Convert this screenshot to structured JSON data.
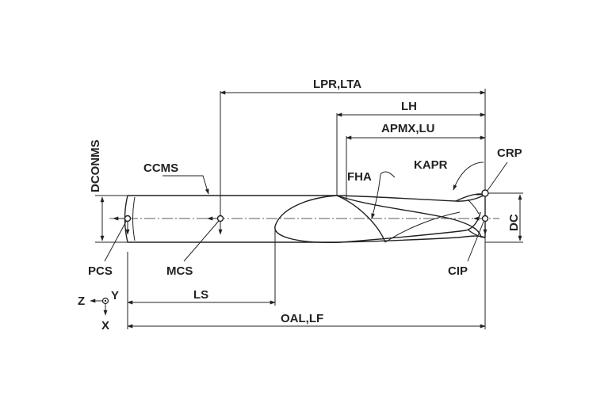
{
  "labels": {
    "lpr_lta": "LPR,LTA",
    "lh": "LH",
    "apmx_lu": "APMX,LU",
    "crp": "CRP",
    "kapr": "KAPR",
    "fha": "FHA",
    "ccms": "CCMS",
    "dconms": "DCONMS",
    "dc": "DC",
    "pcs": "PCS",
    "mcs": "MCS",
    "cip": "CIP",
    "ls": "LS",
    "oal_lf": "OAL,LF",
    "axis_z": "Z",
    "axis_y": "Y",
    "axis_x": "X"
  },
  "colors": {
    "ink": "#222222",
    "background": "#ffffff"
  }
}
